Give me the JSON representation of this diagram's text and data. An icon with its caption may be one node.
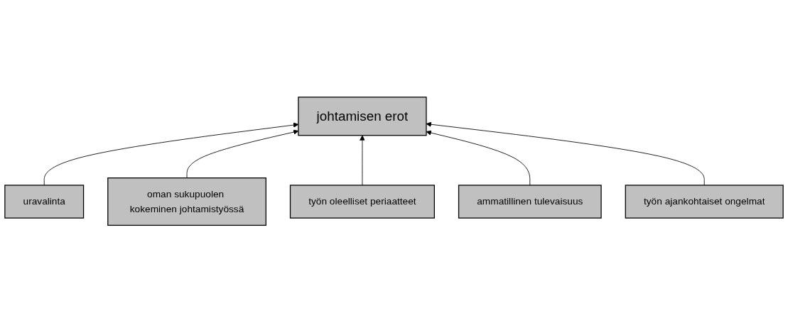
{
  "diagram": {
    "nodes": [
      {
        "text": [
          "uravalinta"
        ]
      },
      {
        "text": [
          "oman sukupuolen kokeminen johtamistyössä"
        ]
      },
      {
        "text": [
          "johtamisen erot"
        ]
      },
      {
        "text": [
          "työn oleelliset periaatteet"
        ]
      },
      {
        "text": [
          "ammatillinen tulevaisuus"
        ]
      },
      {
        "text": [
          "työn ajankohtaiset ongelmat"
        ]
      }
    ],
    "edges": [
      {
        "from": 0,
        "to": 2,
        "arrow": "to"
      },
      {
        "from": 1,
        "to": 2,
        "arrow": "to"
      },
      {
        "from": 3,
        "to": 2,
        "arrow": "to"
      },
      {
        "from": 4,
        "to": 2,
        "arrow": "to"
      },
      {
        "from": 5,
        "to": 2,
        "arrow": "to"
      }
    ]
  }
}
